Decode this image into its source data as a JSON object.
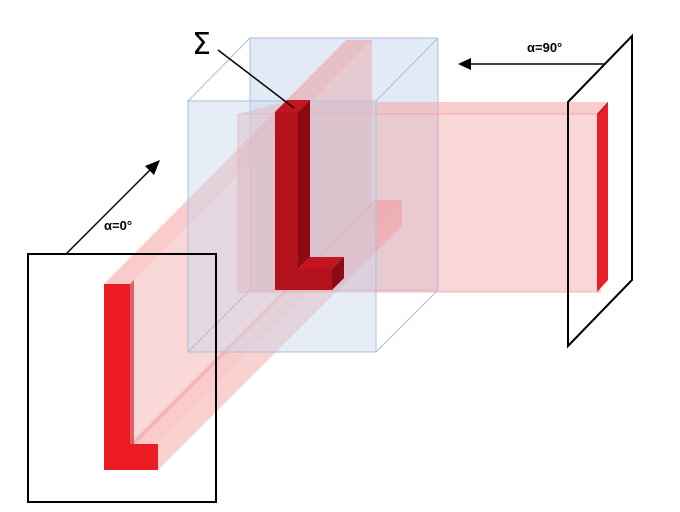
{
  "labels": {
    "sigma": "Σ",
    "angle_front": "α=0°",
    "angle_side": "α=90°"
  },
  "colors": {
    "red": "#e8202a",
    "dark_red": "#b3121c",
    "beam": "#f28b8b",
    "cube": "#b8cde6",
    "cube_edge": "#9fb8d6",
    "outline": "#000000"
  }
}
